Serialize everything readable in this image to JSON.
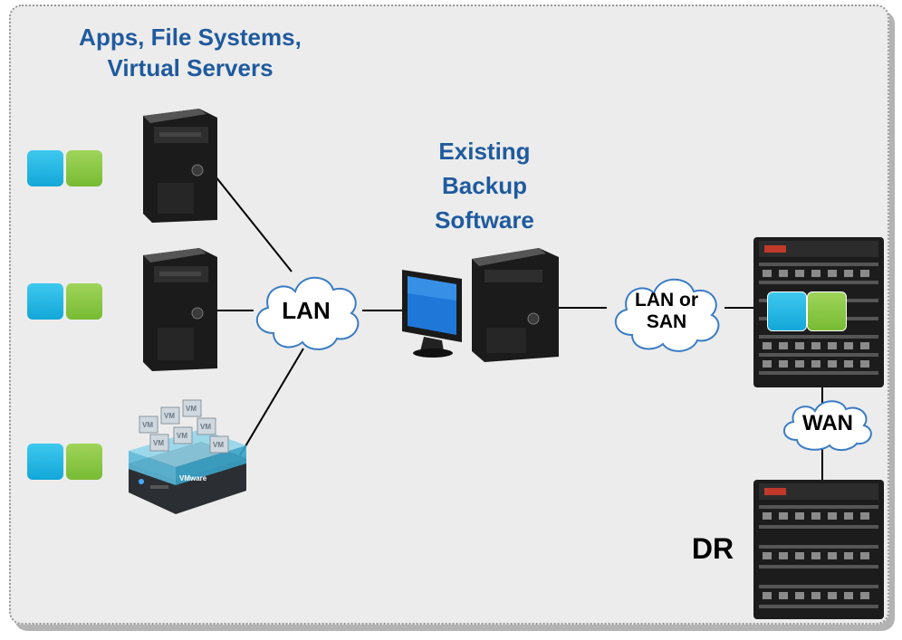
{
  "title": {
    "line1": "Apps, File Systems,",
    "line2": "Virtual Servers"
  },
  "backup": {
    "line1": "Existing",
    "line2": "Backup",
    "line3": "Software"
  },
  "clouds": {
    "lan": "LAN",
    "lan_san_1": "LAN or",
    "lan_san_2": "SAN",
    "wan": "WAN"
  },
  "dr_label": "DR",
  "colors": {
    "heading": "#1f5a9e",
    "tile_blue": "#1fb4e2",
    "tile_green": "#86c440",
    "panel": "#ececec"
  },
  "devices": {
    "vm_labels": [
      "VM",
      "VM",
      "VM",
      "VM",
      "VM",
      "VM",
      "VM"
    ],
    "vmware_label": "VMware"
  }
}
